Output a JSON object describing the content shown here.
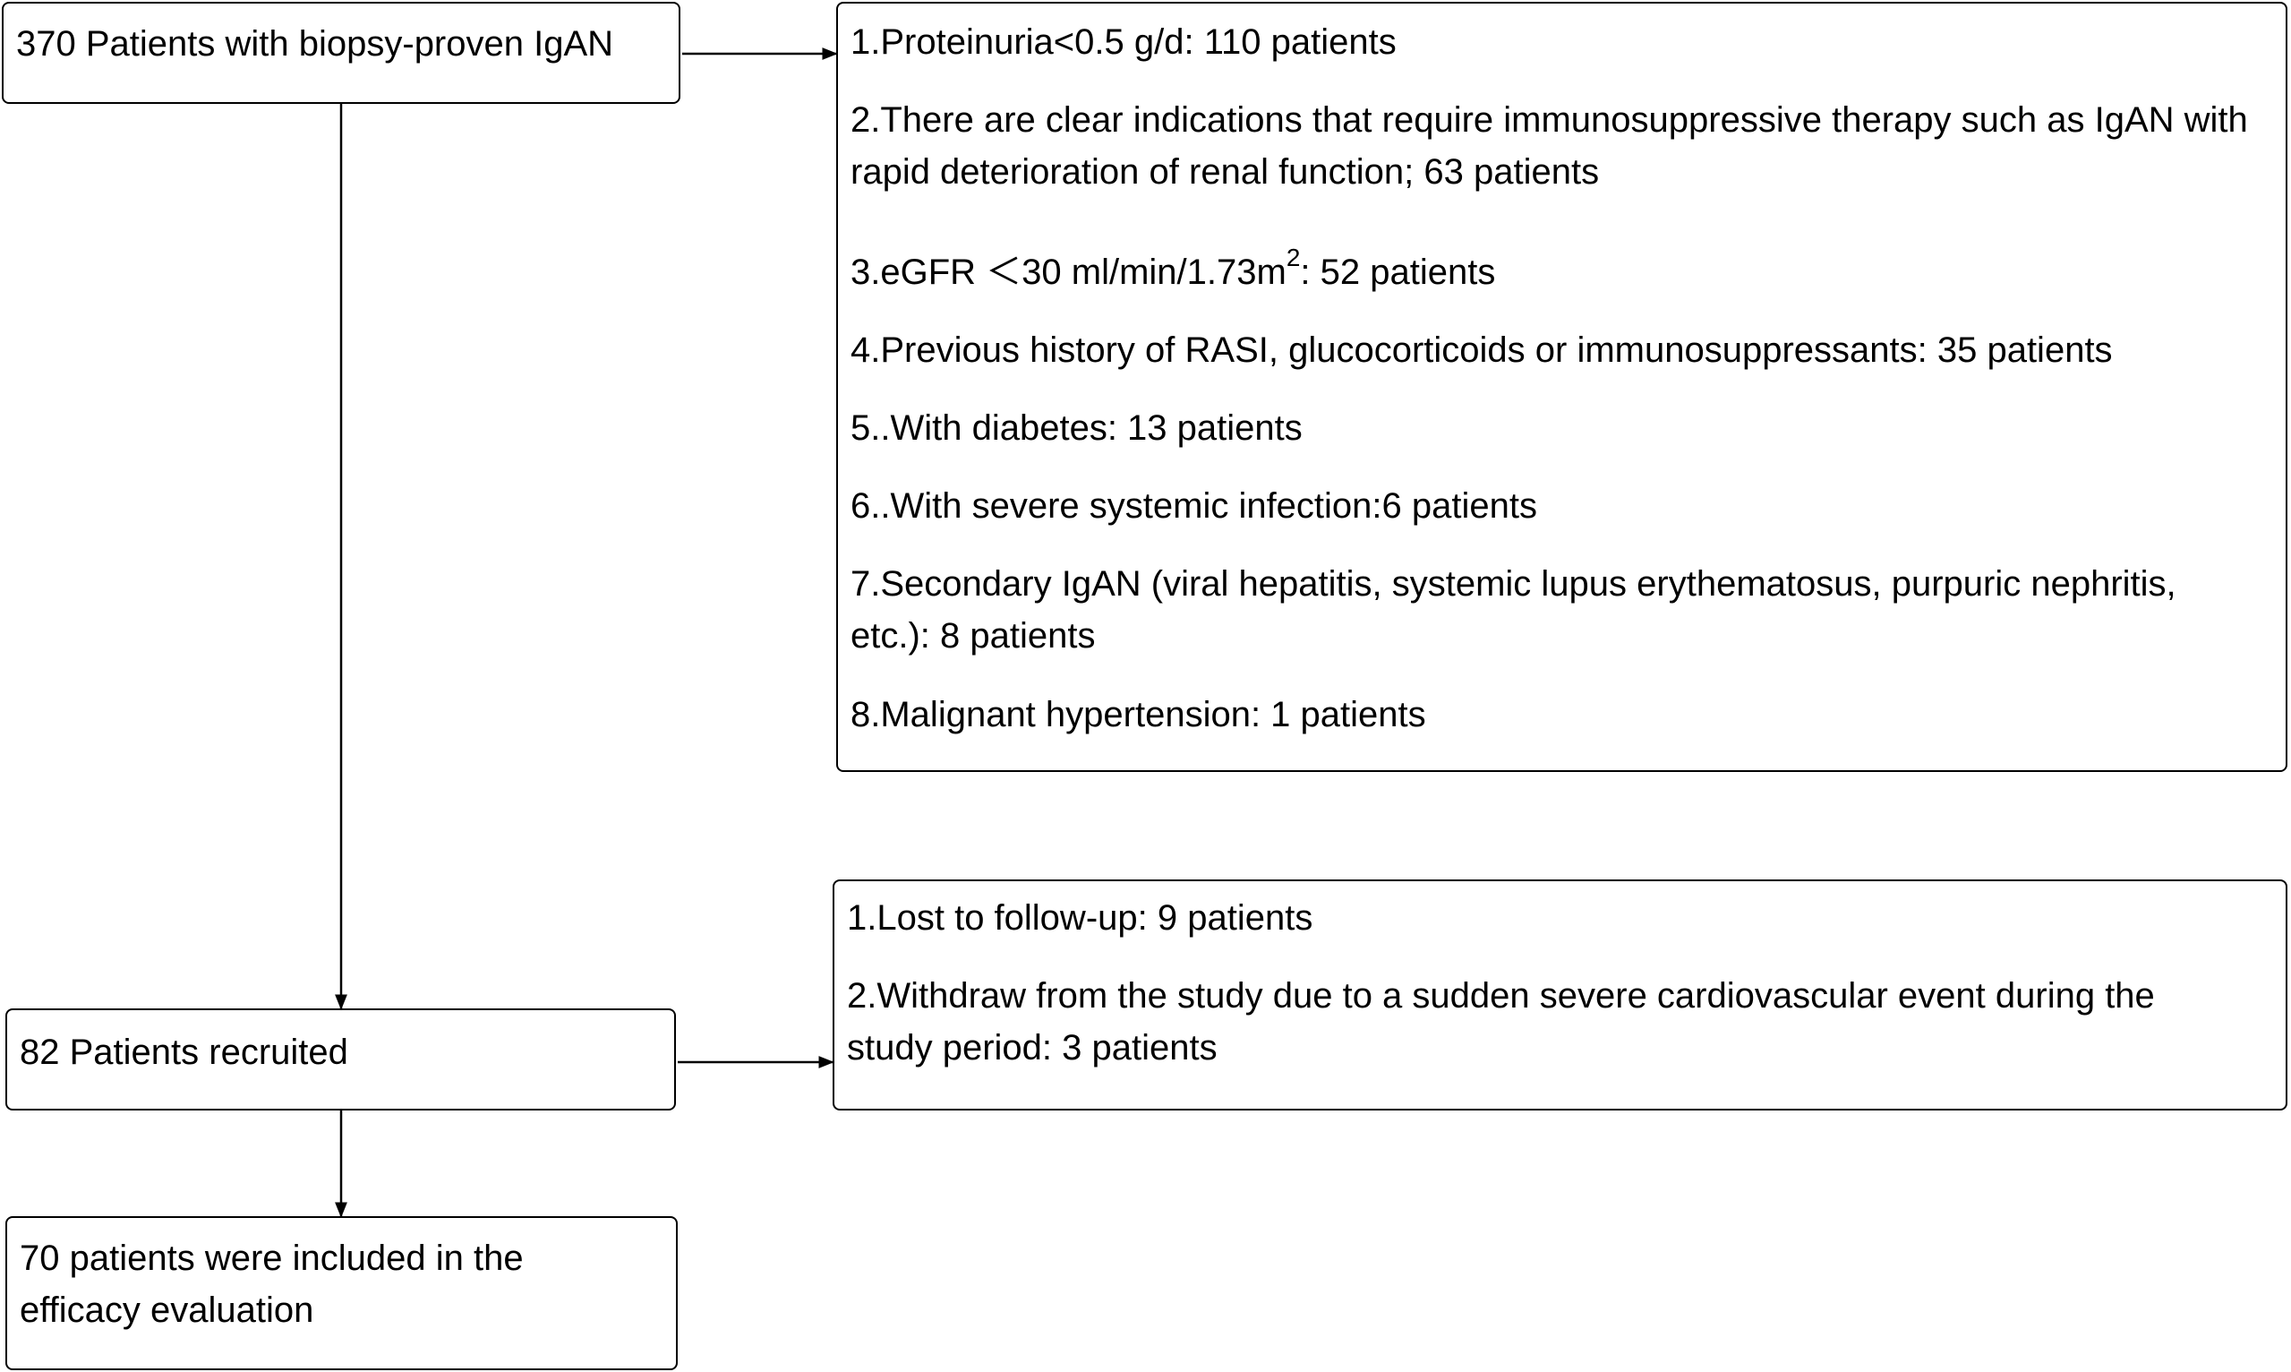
{
  "flowchart": {
    "total": "370 Patients with biopsy-proven IgAN",
    "exclusions": [
      "1.Proteinuria<0.5 g/d: 110 patients",
      "2.There are clear indications that require immunosuppressive therapy such as IgAN with rapid deterioration of renal function; 63 patients",
      {
        "before": "3.eGFR ＜30 ml/min/1.73m",
        "sup": "2",
        "after": ": 52 patients"
      },
      "4.Previous history of RASI, glucocorticoids or immunosuppressants: 35 patients",
      "5..With diabetes: 13 patients",
      "6..With severe systemic infection:6 patients",
      "7.Secondary IgAN (viral hepatitis, systemic lupus erythematosus, purpuric nephritis, etc.): 8 patients",
      "8.Malignant hypertension: 1 patients"
    ],
    "recruited": "82 Patients recruited",
    "dropouts": [
      "1.Lost to follow-up: 9 patients",
      "2.Withdraw from the study due to a sudden severe cardiovascular event during the study period: 3 patients"
    ],
    "included": "70 patients were included in the efficacy evaluation"
  }
}
